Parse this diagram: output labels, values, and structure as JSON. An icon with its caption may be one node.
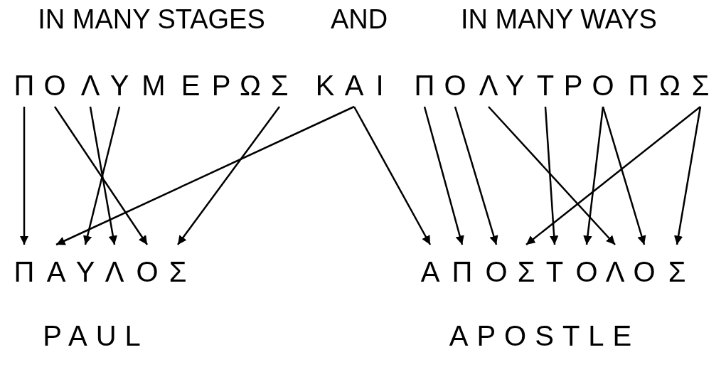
{
  "diagram": {
    "nodes": [
      {
        "text": [
          "Π"
        ]
      },
      {
        "text": [
          "Ο"
        ]
      },
      {
        "text": [
          "Λ"
        ]
      },
      {
        "text": [
          "Υ"
        ]
      },
      {
        "text": [
          "Μ"
        ]
      },
      {
        "text": [
          "Ε"
        ]
      },
      {
        "text": [
          "Ρ"
        ]
      },
      {
        "text": [
          "Ω"
        ]
      },
      {
        "text": [
          "Σ"
        ]
      },
      {
        "text": [
          "Κ"
        ]
      },
      {
        "text": [
          "Α"
        ]
      },
      {
        "text": [
          "Ι"
        ]
      },
      {
        "text": [
          "Π"
        ]
      },
      {
        "text": [
          "Ο"
        ]
      },
      {
        "text": [
          "Λ"
        ]
      },
      {
        "text": [
          "Υ"
        ]
      },
      {
        "text": [
          "Τ"
        ]
      },
      {
        "text": [
          "Ρ"
        ]
      },
      {
        "text": [
          "Ο"
        ]
      },
      {
        "text": [
          "Π"
        ]
      },
      {
        "text": [
          "Ω"
        ]
      },
      {
        "text": [
          "Σ"
        ]
      },
      {
        "text": [
          "Π"
        ]
      },
      {
        "text": [
          "Α"
        ]
      },
      {
        "text": [
          "Υ"
        ]
      },
      {
        "text": [
          "Λ"
        ]
      },
      {
        "text": [
          "Ο"
        ]
      },
      {
        "text": [
          "Σ"
        ]
      },
      {
        "text": [
          "Α"
        ]
      },
      {
        "text": [
          "Π"
        ]
      },
      {
        "text": [
          "Ο"
        ]
      },
      {
        "text": [
          "Σ"
        ]
      },
      {
        "text": [
          "Τ"
        ]
      },
      {
        "text": [
          "Ο"
        ]
      },
      {
        "text": [
          "Λ"
        ]
      },
      {
        "text": [
          "Ο"
        ]
      },
      {
        "text": [
          "Σ"
        ]
      }
    ],
    "edges": [
      {
        "from": 0,
        "to": 22,
        "arrow": "to"
      },
      {
        "from": 1,
        "to": 26,
        "arrow": "to"
      },
      {
        "from": 2,
        "to": 25,
        "arrow": "to"
      },
      {
        "from": 3,
        "to": 24,
        "arrow": "to"
      },
      {
        "from": 8,
        "to": 27,
        "arrow": "to"
      },
      {
        "from": 10,
        "to": 23,
        "arrow": "to"
      },
      {
        "from": 10,
        "to": 28,
        "arrow": "to"
      },
      {
        "from": 12,
        "to": 29,
        "arrow": "to"
      },
      {
        "from": 13,
        "to": 30,
        "arrow": "to"
      },
      {
        "from": 14,
        "to": 34,
        "arrow": "to"
      },
      {
        "from": 16,
        "to": 32,
        "arrow": "to"
      },
      {
        "from": 18,
        "to": 33,
        "arrow": "to"
      },
      {
        "from": 18,
        "to": 35,
        "arrow": "to"
      },
      {
        "from": 21,
        "to": 31,
        "arrow": "to"
      },
      {
        "from": 21,
        "to": 36,
        "arrow": "to"
      }
    ],
    "labels": [
      "IN MANY STAGES",
      "AND",
      "IN MANY WAYS",
      "PAUL",
      "APOSTLE"
    ]
  }
}
